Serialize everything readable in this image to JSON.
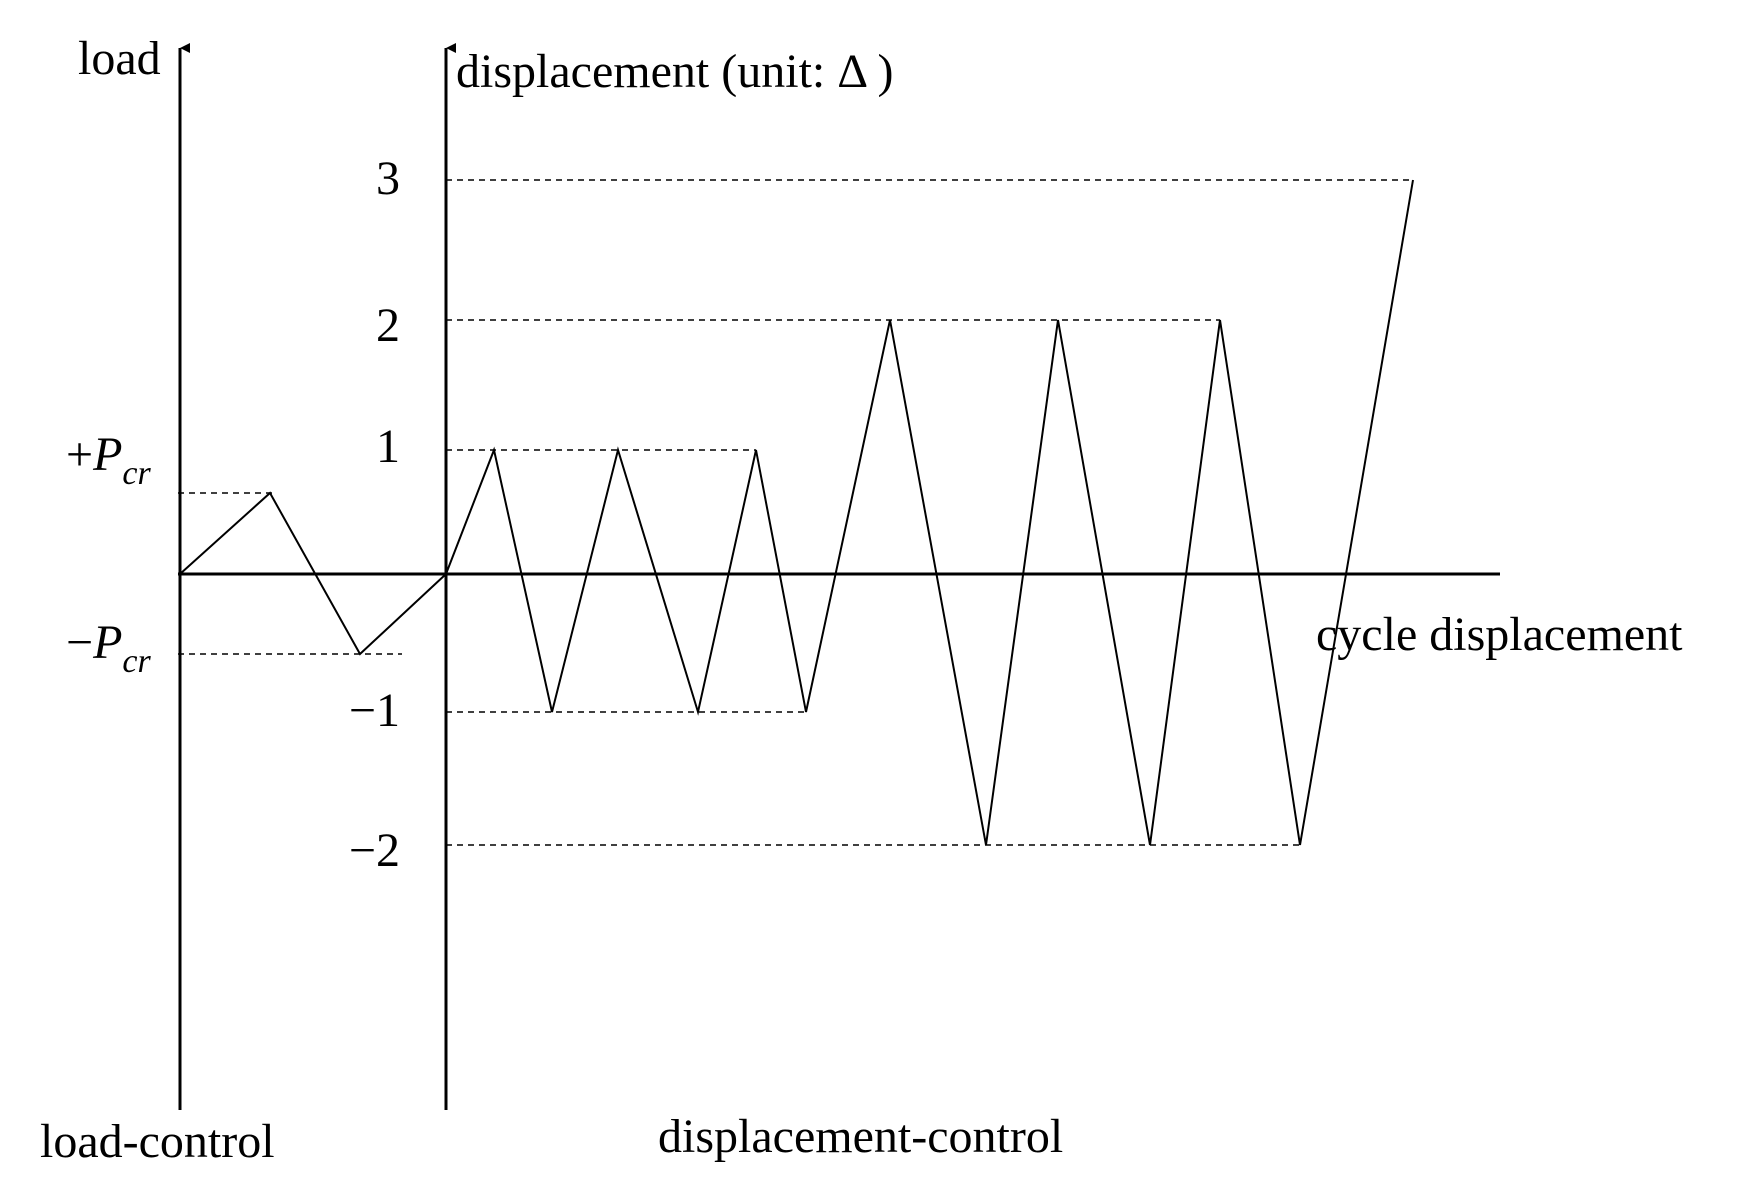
{
  "labels": {
    "load_axis": "load",
    "displacement_axis": "displacement (unit: Δ )",
    "cycle_axis": "cycle displacement",
    "load_control": "load-control",
    "displacement_control": "displacement-control"
  },
  "load_ticks": {
    "positive": {
      "sign": "+",
      "symbol": "P",
      "subscript": "cr"
    },
    "negative": {
      "sign": "−",
      "symbol": "P",
      "subscript": "cr"
    }
  },
  "displacement_ticks": [
    "3",
    "2",
    "1",
    "−1",
    "−2"
  ],
  "protocol": {
    "load_control_cycles": 1,
    "displacement_levels": [
      1,
      2,
      3
    ],
    "cycles_per_level": [
      3,
      3,
      1
    ]
  },
  "colors": {
    "line": "#000000",
    "background": "#ffffff"
  }
}
